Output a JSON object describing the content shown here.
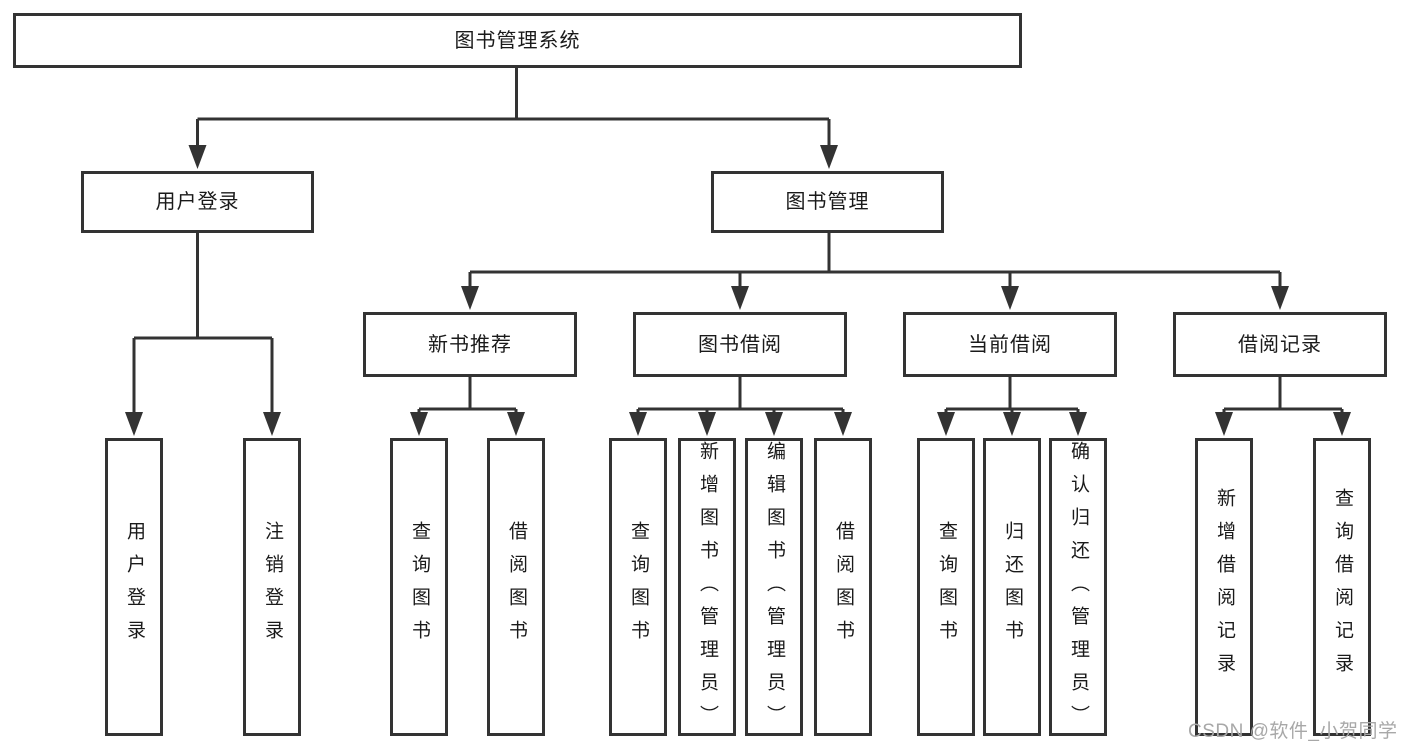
{
  "diagram": {
    "title": "图书管理系统",
    "level2": {
      "user_login": "用户登录",
      "book_mgmt": "图书管理"
    },
    "level3": {
      "new_books": "新书推荐",
      "borrowing": "图书借阅",
      "current": "当前借阅",
      "records": "借阅记录"
    },
    "leaves": {
      "user_login": [
        "用户登录",
        "注销登录"
      ],
      "new_books": [
        "查询图书",
        "借阅图书"
      ],
      "borrowing": [
        "查询图书",
        "新增图书（管理员）",
        "编辑图书（管理员）",
        "借阅图书"
      ],
      "current": [
        "查询图书",
        "归还图书",
        "确认归还（管理员）"
      ],
      "records": [
        "新增借阅记录",
        "查询借阅记录"
      ]
    },
    "watermark": "CSDN @软件_小贺同学",
    "colors": {
      "line": "#333333",
      "box_border": "#333333",
      "text": "#1a1a1a",
      "watermark": "#a8a8a8",
      "background": "#ffffff"
    }
  }
}
